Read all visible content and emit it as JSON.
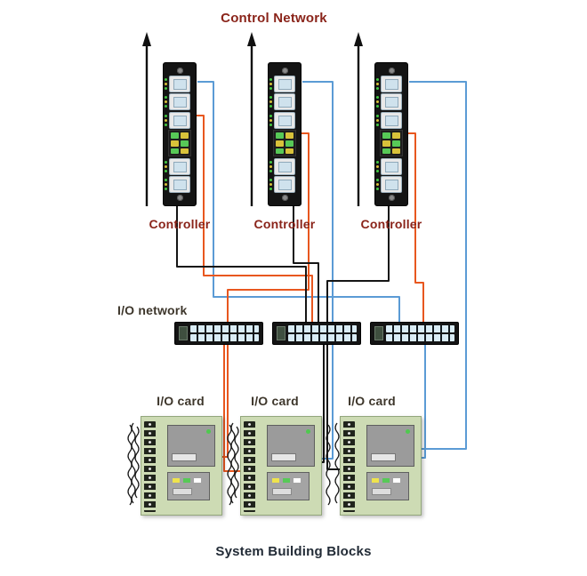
{
  "diagram": {
    "title": "Control Network",
    "io_network_label": "I/O network",
    "footer": "System Building Blocks",
    "controllers": [
      {
        "label": "Controller"
      },
      {
        "label": "Controller"
      },
      {
        "label": "Controller"
      }
    ],
    "io_cards": [
      {
        "label": "I/O card"
      },
      {
        "label": "I/O card"
      },
      {
        "label": "I/O card"
      }
    ]
  },
  "palette": {
    "title_color": "#8a241a",
    "label_color": "#3d362b",
    "footer_color": "#222b36",
    "wire_orange": "#e8571f",
    "wire_blue": "#5b9bd5",
    "wire_black": "#151515",
    "board_green": "#cddbb4"
  }
}
